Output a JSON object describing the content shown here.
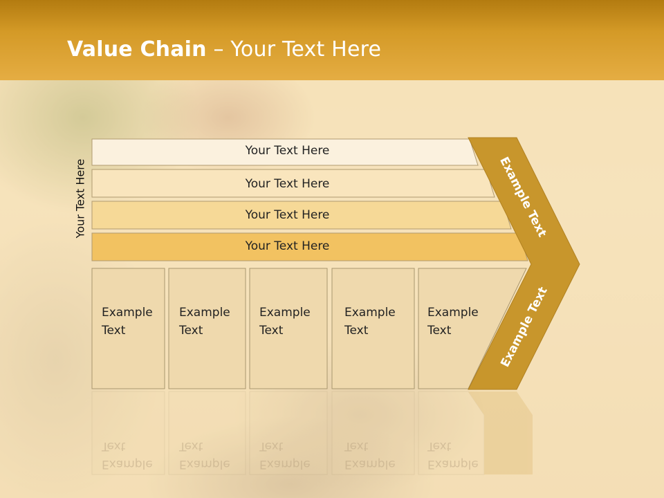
{
  "title": {
    "bold": "Value Chain",
    "rest": " – Your Text Here"
  },
  "side_label": "Your Text Here",
  "bars": [
    {
      "label": "Your Text Here",
      "color": "#fbf1de"
    },
    {
      "label": "Your Text Here",
      "color": "#f9e5bd"
    },
    {
      "label": "Your Text Here",
      "color": "#f6d997"
    },
    {
      "label": "Your Text Here",
      "color": "#f2c261"
    }
  ],
  "columns": [
    {
      "label": "Example\nText"
    },
    {
      "label": "Example\nText"
    },
    {
      "label": "Example\nText"
    },
    {
      "label": "Example\nText"
    },
    {
      "label": "Example\nText"
    }
  ],
  "arrow": {
    "upper_label": "Example Text",
    "lower_label": "Example Text",
    "color": "#c8962c"
  },
  "colors": {
    "title_bar": "#d49a27",
    "column_fill": "#efd9ad",
    "border": "#a8966e"
  }
}
